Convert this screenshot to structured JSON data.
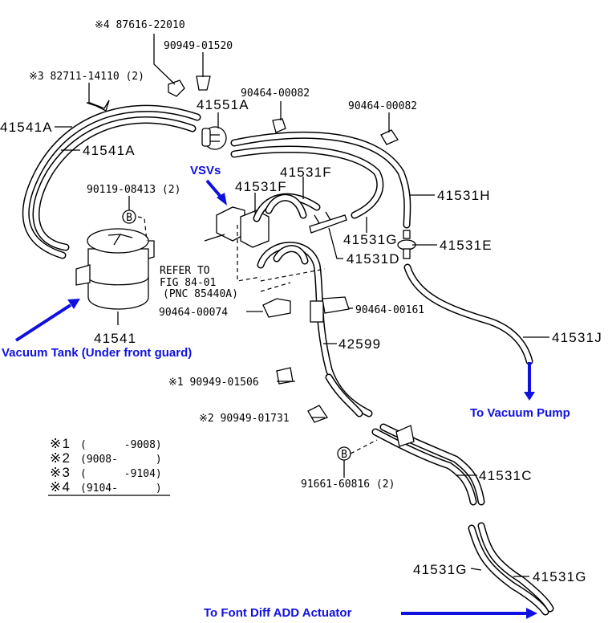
{
  "diagram": {
    "title": "Vacuum hose routing diagram",
    "part_labels": {
      "p87616": "※4 87616-22010",
      "p90949_01520": "90949-01520",
      "p82711": "※3 82711-14110 (2)",
      "p90464_00082_a": "90464-00082",
      "p90464_00082_b": "90464-00082",
      "p41551A": "41551A",
      "p41541A_outer": "41541A",
      "p41541A_inner": "41541A",
      "p90119": "90119-08413 (2)",
      "p41531F_a": "41531F",
      "p41531F_b": "41531F",
      "p41531H": "41531H",
      "p41531G_top": "41531G",
      "p41531E": "41531E",
      "p41531D": "41531D",
      "p41541": "41541",
      "p90464_00074": "90464-00074",
      "p90464_00161": "90464-00161",
      "p42599": "42599",
      "p41531J": "41531J",
      "p90949_01506": "※1 90949-01506",
      "p90949_01731": "※2 90949-01731",
      "p91661": "91661-60816 (2)",
      "p41531C": "41531C",
      "p41531G_left": "41531G",
      "p41531G_right": "41531G",
      "bolt_marker": "B"
    },
    "reference_note": [
      "REFER TO",
      "FIG 84-01",
      "(PNC 85440A)"
    ],
    "legend": [
      {
        "mark": "※1",
        "range": "(      -9008)"
      },
      {
        "mark": "※2",
        "range": "(9008-      )"
      },
      {
        "mark": "※3",
        "range": "(      -9104)"
      },
      {
        "mark": "※4",
        "range": "(9104-      )"
      }
    ],
    "annotations": {
      "vsvs": "VSVs",
      "vacuum_tank": "Vacuum Tank (Under front guard)",
      "vacuum_pump": "To Vacuum Pump",
      "diff_actuator": "To Font Diff ADD Actuator"
    },
    "colors": {
      "annotation_blue": "#1010e0",
      "line": "#000000",
      "background": "#ffffff"
    }
  }
}
